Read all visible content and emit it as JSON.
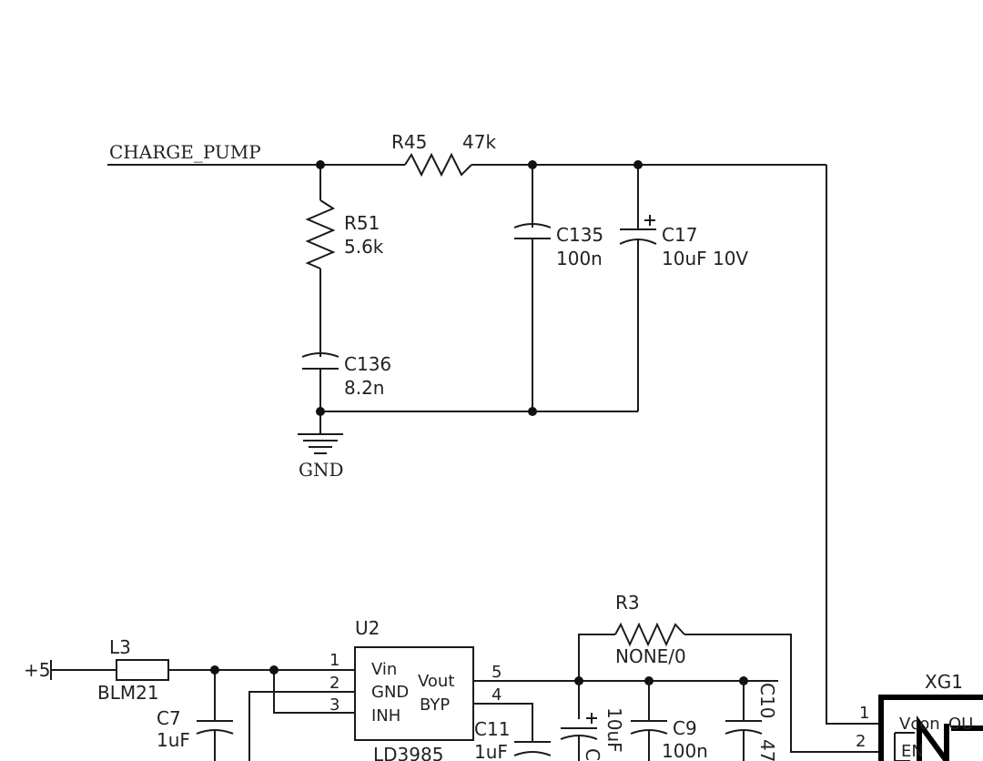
{
  "net_labels": {
    "charge_pump": "CHARGE_PUMP",
    "gnd": "GND",
    "plus5": "+5"
  },
  "components": {
    "r45": {
      "ref": "R45",
      "value": "47k"
    },
    "r51": {
      "ref": "R51",
      "value": "5.6k"
    },
    "c135": {
      "ref": "C135",
      "value": "100n"
    },
    "c17": {
      "ref": "C17",
      "value": "10uF 10V"
    },
    "c136": {
      "ref": "C136",
      "value": "8.2n"
    },
    "r3": {
      "ref": "R3",
      "value": "NONE/0"
    },
    "l3": {
      "ref": "L3",
      "value": "BLM21"
    },
    "c7": {
      "ref": "C7",
      "value": "1uF"
    },
    "u2": {
      "ref": "U2",
      "part": "LD3985",
      "pins_left": [
        "Vin",
        "GND",
        "INH"
      ],
      "pins_right": [
        "Vout",
        "BYP"
      ],
      "pin_numbers": [
        "1",
        "2",
        "3",
        "5",
        "4"
      ]
    },
    "c11": {
      "ref": "C11",
      "value": "1uF"
    },
    "c_partial": {
      "ref": "C",
      "value": "10uF"
    },
    "c9": {
      "ref": "C9",
      "value": "100n"
    },
    "c10": {
      "ref": "C10",
      "value": "47"
    },
    "xg1": {
      "ref": "XG1",
      "pin1": "1",
      "pin2": "2",
      "pin1_label": "Vcon",
      "pin2_label": "EN",
      "partial_label": "OU"
    }
  }
}
